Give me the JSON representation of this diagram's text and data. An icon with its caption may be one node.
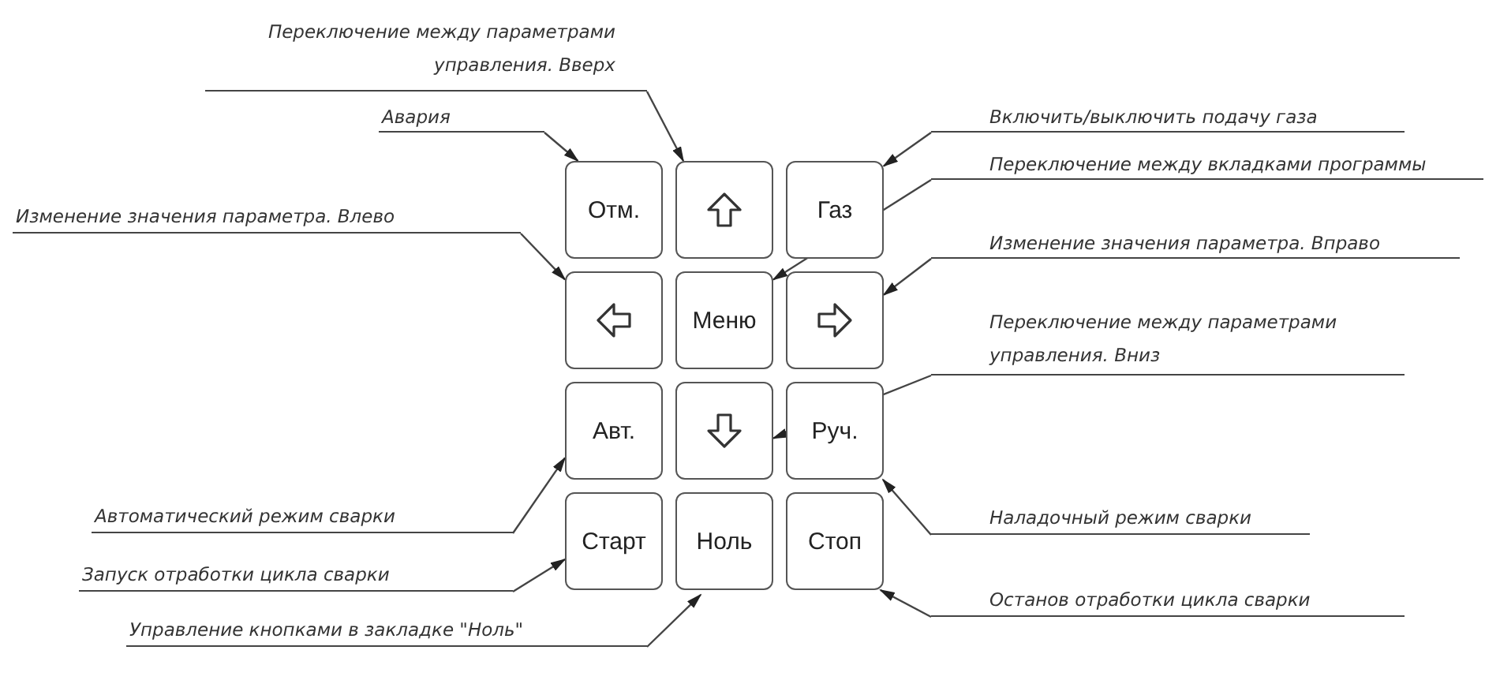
{
  "diagram": {
    "nodes": [
      {
        "text": [
          "Отм."
        ]
      },
      {
        "text": [],
        "shape": "box"
      },
      {
        "text": [
          "Газ"
        ]
      },
      {
        "text": [],
        "shape": "box"
      },
      {
        "text": [
          "Меню"
        ]
      },
      {
        "text": [],
        "shape": "box"
      },
      {
        "text": [
          "Авт."
        ]
      },
      {
        "text": [],
        "shape": "box"
      },
      {
        "text": [
          "Руч."
        ]
      },
      {
        "text": [
          "Старт"
        ]
      },
      {
        "text": [
          "Ноль"
        ]
      },
      {
        "text": [
          "Стоп"
        ]
      },
      {
        "text": [
          "Переключение между параметрами управления. Вверх"
        ]
      },
      {
        "text": [
          "Авария"
        ]
      },
      {
        "text": [
          "Изменение значения параметра. Влево"
        ]
      },
      {
        "text": [
          "Включить/выключить подачу газа"
        ]
      },
      {
        "text": [
          "Переключение между вкладками программы"
        ]
      },
      {
        "text": [
          "Изменение значения параметра. Вправо"
        ]
      },
      {
        "text": [
          "Переключение между параметрами управления. Вниз"
        ]
      },
      {
        "text": [
          "Автоматический режим сварки"
        ]
      },
      {
        "text": [
          "Наладочный режим сварки"
        ]
      },
      {
        "text": [
          "Запуск отработки цикла сварки"
        ]
      },
      {
        "text": [
          "Останов отработки цикла сварки"
        ]
      },
      {
        "text": [
          "Управление кнопками в закладке \"Ноль\""
        ]
      }
    ],
    "edges": [
      {
        "from": 12,
        "to": 1,
        "arrow": "to"
      },
      {
        "from": 13,
        "to": 0,
        "arrow": "to"
      },
      {
        "from": 14,
        "to": 3,
        "arrow": "to"
      },
      {
        "from": 15,
        "to": 2,
        "arrow": "to"
      },
      {
        "from": 16,
        "to": 4,
        "arrow": "to"
      },
      {
        "from": 17,
        "to": 5,
        "arrow": "to"
      },
      {
        "from": 18,
        "to": 7,
        "arrow": "to"
      },
      {
        "from": 19,
        "to": 6,
        "arrow": "to"
      },
      {
        "from": 20,
        "to": 8,
        "arrow": "to"
      },
      {
        "from": 21,
        "to": 9,
        "arrow": "to"
      },
      {
        "from": 22,
        "to": 11,
        "arrow": "to"
      },
      {
        "from": 23,
        "to": 10,
        "arrow": "to"
      }
    ]
  }
}
